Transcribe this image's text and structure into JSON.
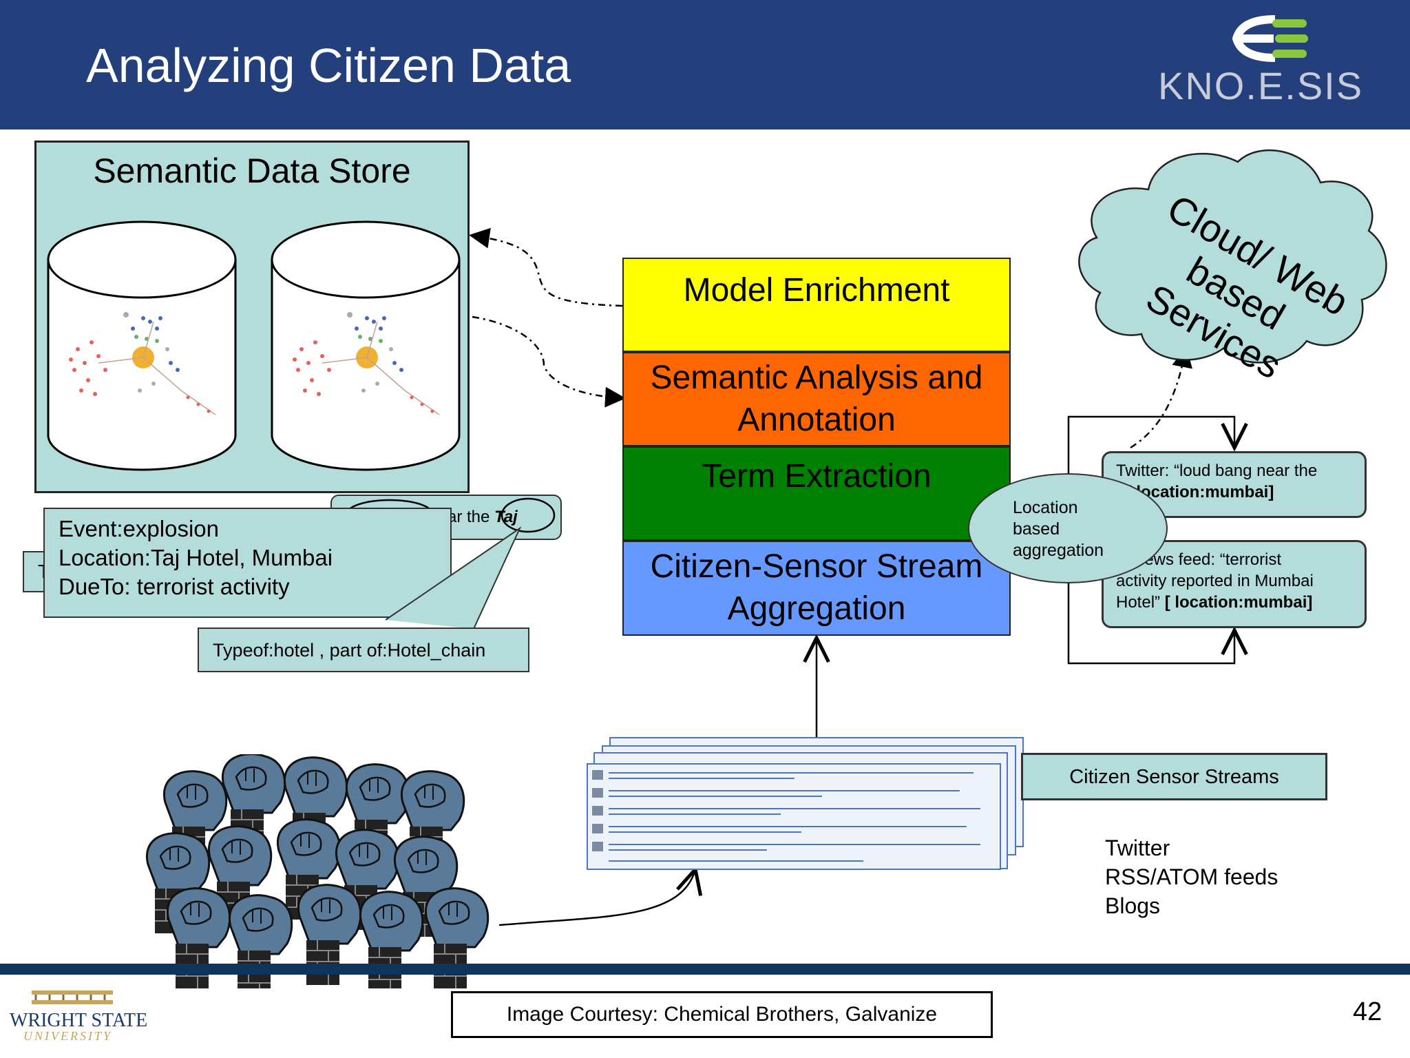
{
  "slide": {
    "title": "Analyzing Citizen Data",
    "logo_text": "KNO.E.SIS",
    "page_number": "42",
    "courtesy": "Image Courtesy: Chemical Brothers, Galvanize",
    "university_logo": {
      "line1": "WRIGHT STATE",
      "line2": "UNIVERSITY"
    }
  },
  "store": {
    "title": "Semantic Data Store"
  },
  "layers": [
    {
      "label": "Model Enrichment",
      "color": "#ffff00"
    },
    {
      "label": "Semantic Analysis and Annotation",
      "color": "#ff6600"
    },
    {
      "label": "Term Extraction",
      "color": "#008000"
    },
    {
      "label": "Citizen-Sensor Stream Aggregation",
      "color": "#6699ff"
    }
  ],
  "cloud": {
    "label": "Cloud/ Web based Services"
  },
  "event_box": {
    "line1": "Event:explosion",
    "line2": "Location:Taj Hotel, Mumbai",
    "line3": "DueTo: terrorist activity"
  },
  "partial_box": {
    "prefix": "ar the ",
    "word": "Taj"
  },
  "hidden_letter": "T",
  "type_box": {
    "label": "Typeof:hotel , part of:Hotel_chain"
  },
  "location_ellipse": {
    "label": "Location based aggregation"
  },
  "twitter_box": {
    "line1": "Twitter: “loud bang near the",
    "line2_prefix": "” ",
    "line2_bold": "[ location:mumbai]"
  },
  "news_box": {
    "line1_prefix": "N News feed: “terrorist",
    "line2": "activity reported in Mumbai",
    "line3_prefix": "Hotel” ",
    "line3_bold": "[ location:mumbai]"
  },
  "streams_label": "Citizen Sensor Streams",
  "sources": [
    "Twitter",
    "RSS/ATOM feeds",
    "Blogs"
  ],
  "colors": {
    "header": "#233f7c",
    "teal": "#b3dcdb",
    "footer": "#0e3460",
    "fist": "#5a7a9a"
  }
}
